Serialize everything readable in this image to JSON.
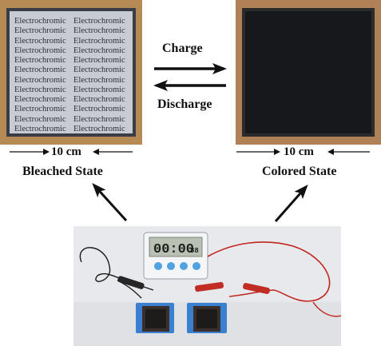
{
  "cell_text": "Electrochromic",
  "charge_label": "Charge",
  "discharge_label": "Discharge",
  "bleached_dimension": "10 cm",
  "colored_dimension": "10 cm",
  "bleached_state_label": "Bleached State",
  "colored_state_label": "Colored State",
  "timer_display": "00:00",
  "timer_small_digits": "88"
}
